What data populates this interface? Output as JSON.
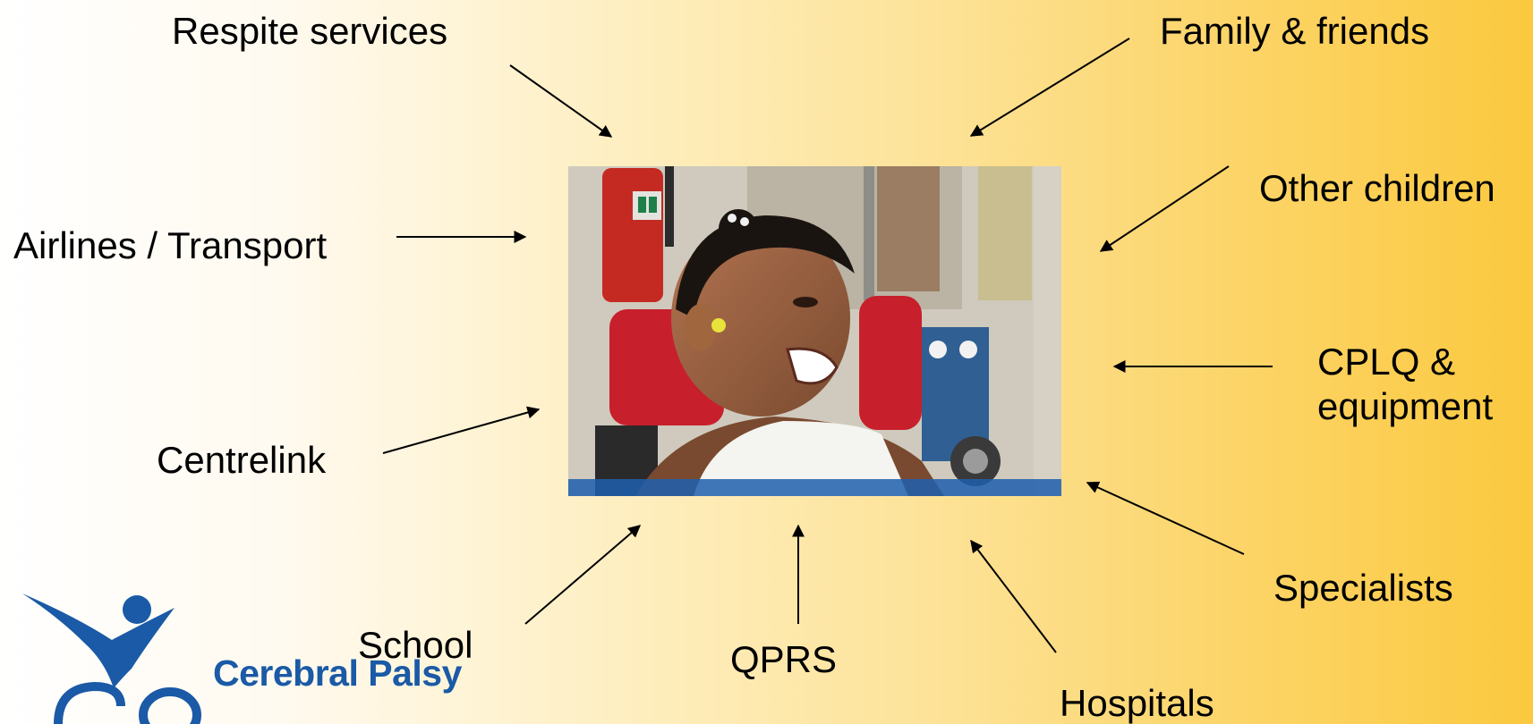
{
  "labels": {
    "respite": "Respite services",
    "family": "Family & friends",
    "other_children": "Other children",
    "airlines": "Airlines / Transport",
    "cplq": "CPLQ & equipment",
    "centrelink": "Centrelink",
    "specialists": "Specialists",
    "school": "School",
    "qprs": "QPRS",
    "hospitals": "Hospitals"
  },
  "logo": {
    "text": "Cerebral Palsy",
    "color": "#1a5aa6"
  },
  "photo": {
    "icon": "child-in-wheelchair-photo"
  },
  "colors": {
    "gradient_start": "#ffffff",
    "gradient_end": "#fbc93f",
    "arrow": "#000000"
  }
}
